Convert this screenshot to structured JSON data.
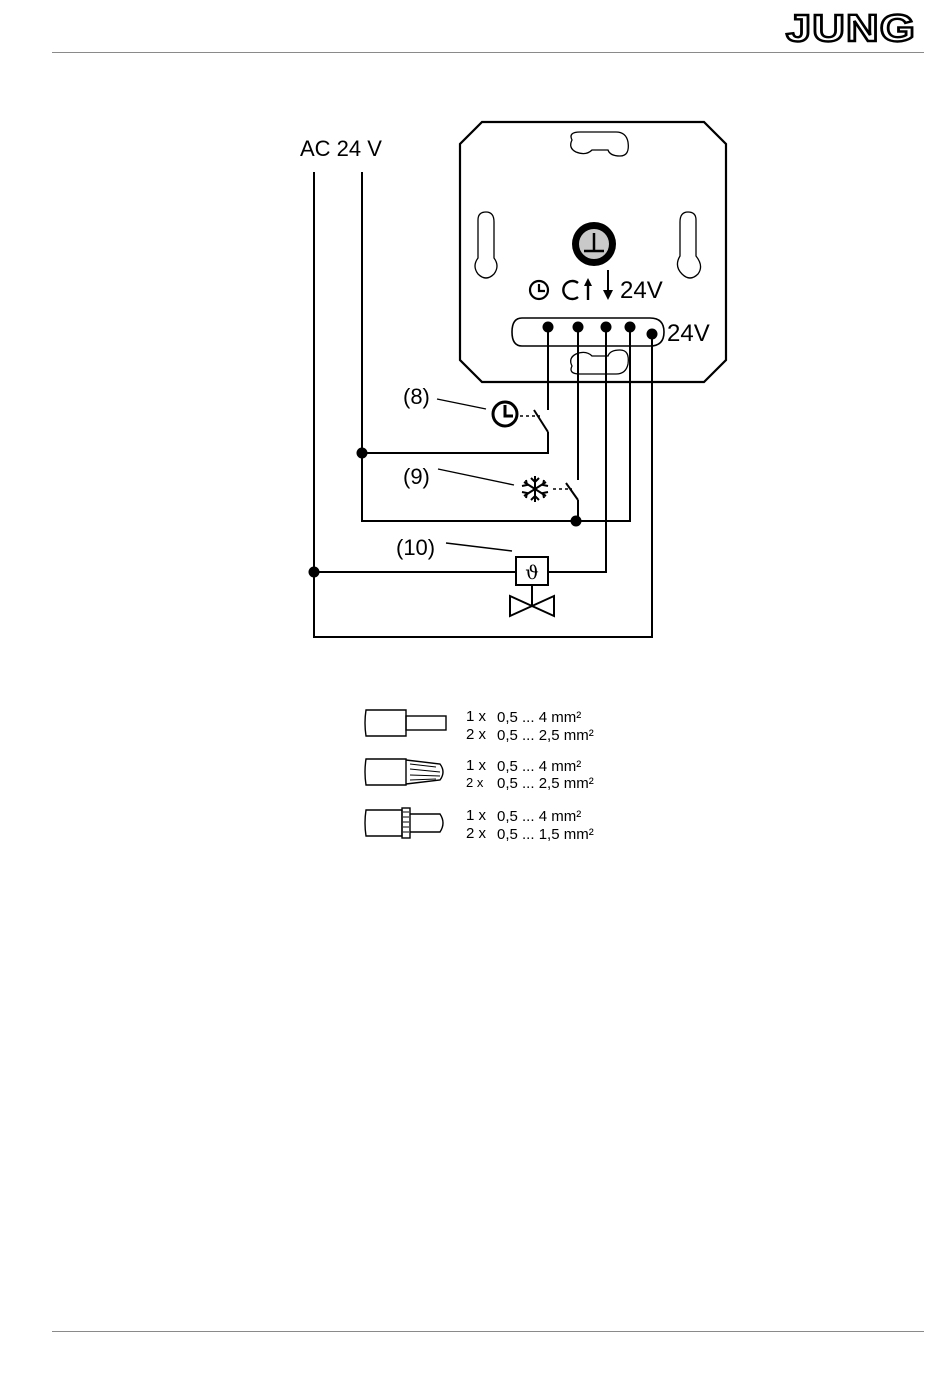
{
  "header": {
    "logo": "JUNG"
  },
  "diagram": {
    "supply_label": "AC 24 V",
    "terminal_out_label": "24V",
    "terminal_in_label": "24V",
    "callouts": {
      "timer": "(8)",
      "cooling": "(9)",
      "valve": "(10)"
    },
    "icons": [
      "earth-icon",
      "clock-icon",
      "changeover-icon",
      "snowflake-icon",
      "thermal-valve-icon"
    ]
  },
  "wire_specs": [
    {
      "type": "solid-wire",
      "rows": [
        {
          "count": "1 x",
          "range": "0,5 ... 4 mm²"
        },
        {
          "count": "2 x",
          "range": "0,5 ... 2,5 mm²"
        }
      ]
    },
    {
      "type": "stranded-wire",
      "rows": [
        {
          "count": "1 x",
          "range": "0,5 ... 4 mm²"
        },
        {
          "count": "2 x",
          "range": "0,5 ... 2,5 mm²"
        }
      ]
    },
    {
      "type": "ferrule-wire",
      "rows": [
        {
          "count": "1 x",
          "range": "0,5 ... 4 mm²"
        },
        {
          "count": "2 x",
          "range": "0,5 ... 1,5 mm²"
        }
      ]
    }
  ]
}
